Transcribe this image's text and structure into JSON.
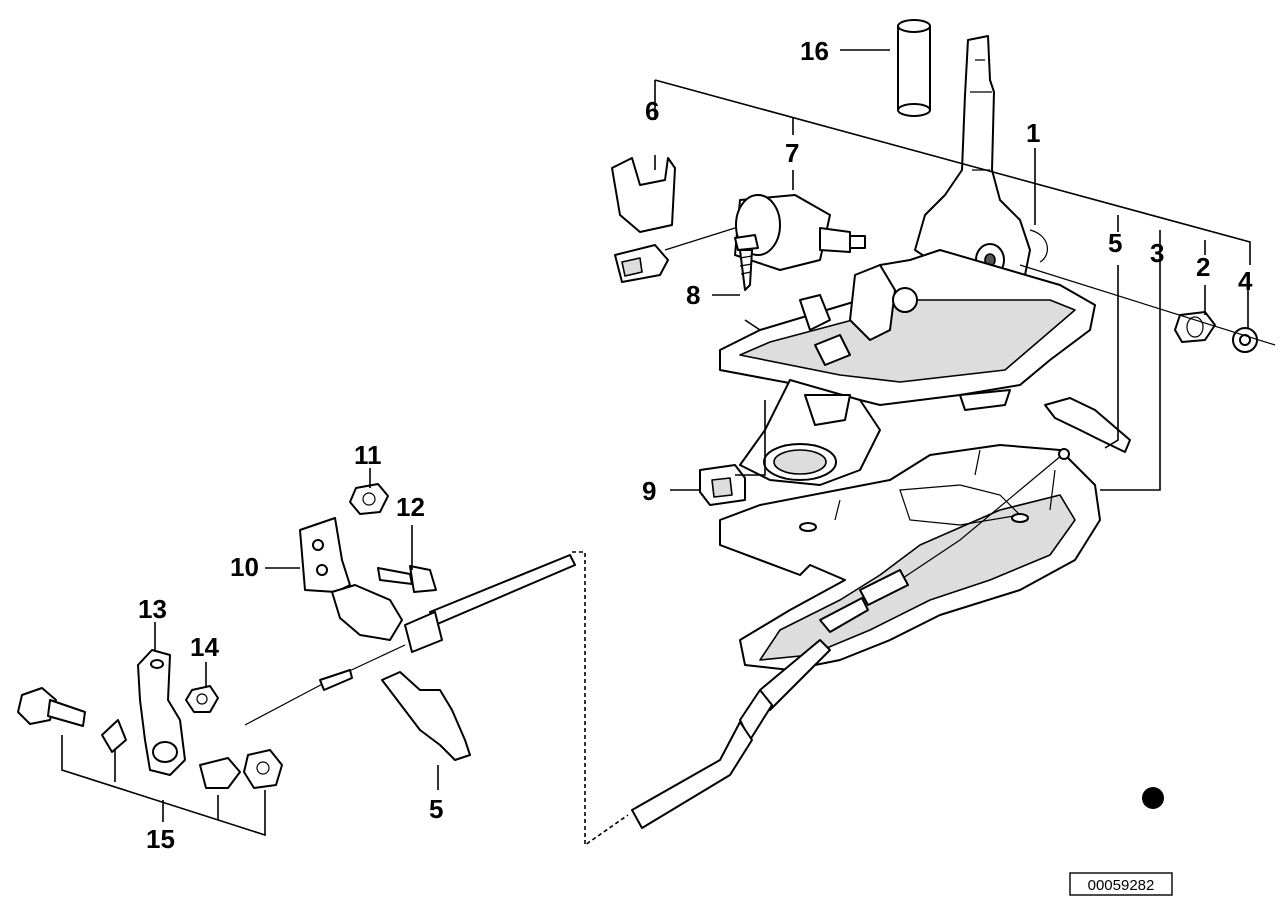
{
  "diagram": {
    "reference_number": "00059282",
    "callouts": [
      "16",
      "6",
      "7",
      "1",
      "5",
      "3",
      "2",
      "4",
      "8",
      "9",
      "11",
      "12",
      "10",
      "13",
      "14",
      "15",
      "5"
    ]
  }
}
